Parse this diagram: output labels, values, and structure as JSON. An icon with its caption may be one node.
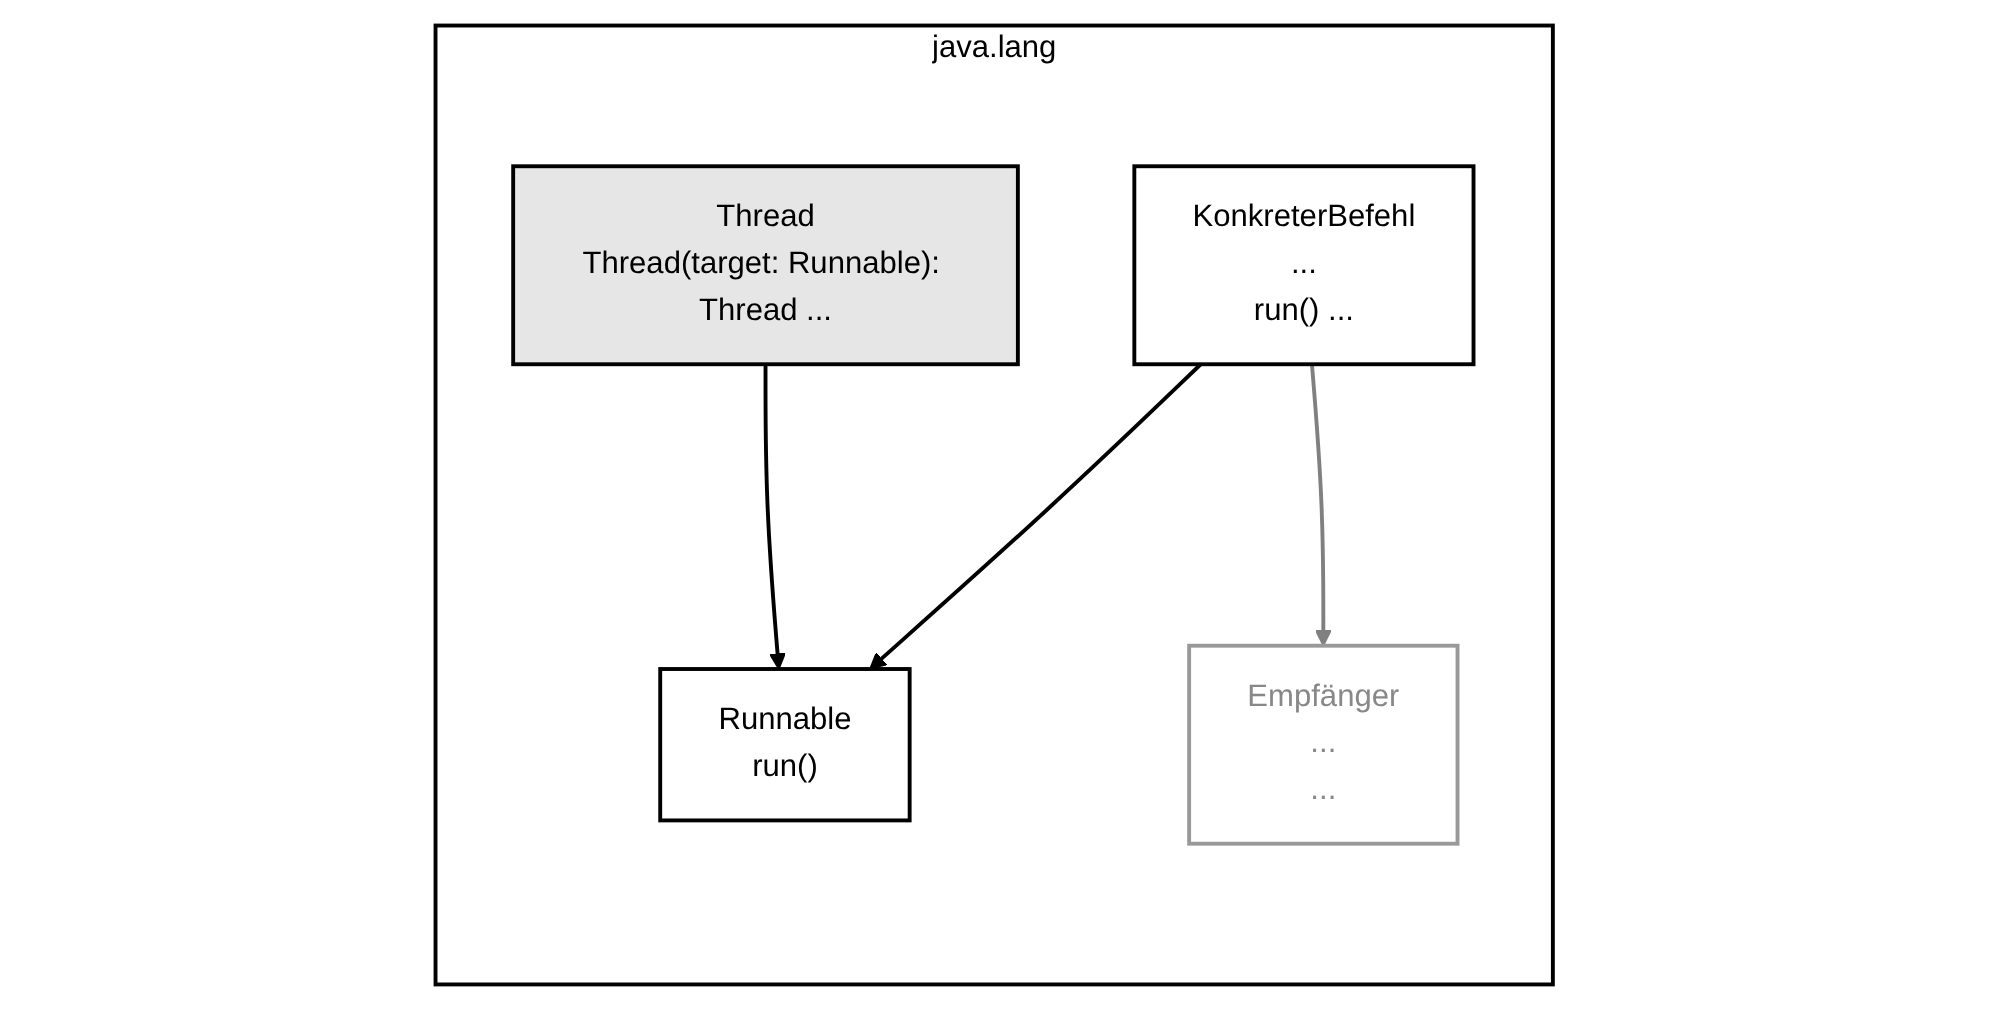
{
  "diagram": {
    "nodes": [
      {
        "text": [
          "java.lang"
        ]
      },
      {
        "text": [
          "Thread",
          "Thread(target: Runnable): Thread ..."
        ],
        "in": 0
      },
      {
        "text": [
          "Runnable",
          "run()"
        ],
        "in": 0
      },
      {
        "text": [
          "KonkreterBefehl",
          "...",
          "run() ..."
        ],
        "in": 0
      },
      {
        "text": [
          "Empfänger",
          "...",
          "..."
        ],
        "in": 0
      }
    ],
    "edges": [
      {
        "from": 1,
        "to": 2,
        "arrow": "to"
      },
      {
        "from": 3,
        "to": 2,
        "arrow": "to"
      },
      {
        "from": 3,
        "to": 4,
        "arrow": "to",
        "color": "#808080"
      }
    ]
  }
}
